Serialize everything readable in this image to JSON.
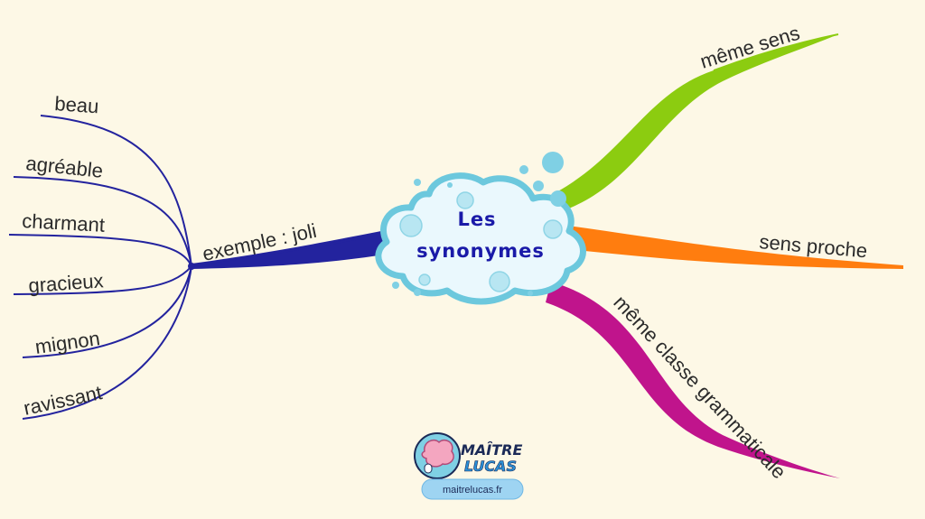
{
  "center": {
    "line1": "Les",
    "line2": "synonymes"
  },
  "branches": {
    "same_meaning": "même sens",
    "close_meaning": "sens proche",
    "same_class": "même classe grammaticale",
    "example": "exemple : joli"
  },
  "example_words": [
    "beau",
    "agréable",
    "charmant",
    "gracieux",
    "mignon",
    "ravissant"
  ],
  "logo": {
    "line1": "MAÎTRE",
    "line2": "LUCAS",
    "url": "maitrelucas.fr"
  },
  "colors": {
    "background": "#fdf8e6",
    "same_meaning": "#8ccc10",
    "close_meaning": "#ff7d0f",
    "same_class": "#c0148c",
    "example": "#23239e",
    "cloud_fill": "#eaf8fd",
    "cloud_stroke": "#6cc8dd",
    "center_text": "#1a1aa8"
  }
}
